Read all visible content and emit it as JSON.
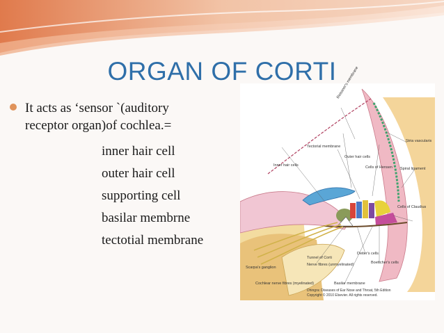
{
  "slide": {
    "title": "ORGAN OF CORTI",
    "bullet": {
      "line1": "It acts as ‘sensor `(auditory",
      "line2": "receptor organ)of cochlea.="
    },
    "sublist": [
      "inner hair cell",
      "outer hair cell",
      "supporting cell",
      "basilar membrne",
      "tectotial membrane"
    ],
    "colors": {
      "title": "#2f6fa9",
      "bullet_marker": "#e0935b",
      "header_band": "#e8a47a"
    }
  },
  "figure": {
    "labels": {
      "reissner": "Reissner's membrane",
      "stria": "Stria vascularis",
      "tectorial": "Tectorial membrane",
      "outer_hair": "Outer hair cells",
      "inner_hair": "Inner hair cells",
      "hensen": "Cells of Hensen",
      "spiral_lig": "Spiral ligament",
      "claudius": "Cells of Claudius",
      "deiter": "Deiter's cells",
      "tunnel": "Tunnel of Corti",
      "boettcher": "Boettcher's cells",
      "nerve_unmyel": "Nerve fibres (unmyelinated)",
      "scarpa": "Scarpa's ganglion",
      "cochlear_nerve": "Cochlear nerve fibres (myelinated)",
      "basilar": "Basilar membrane"
    },
    "credit_line1": "Dhingra: Diseases of Ear Nose and Throat, 5th Edition",
    "credit_line2": "Copyright © 2010 Elsevier. All rights reserved."
  }
}
